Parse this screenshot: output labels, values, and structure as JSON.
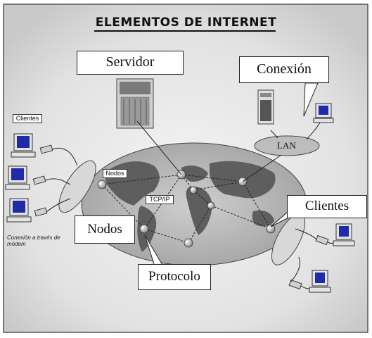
{
  "title": "ELEMENTOS DE INTERNET",
  "labels": {
    "servidor": "Servidor",
    "conexion": "Conexión",
    "lan": "LAN",
    "clientes_small": "Clientes",
    "nodos_small": "Nodos",
    "tcpip": "TCP/IP",
    "nodos": "Nodos",
    "protocolo": "Protocolo",
    "clientes": "Clientes",
    "modem_note": "Conexión a través de módem"
  },
  "colors": {
    "frame": "#555555",
    "globe": "#b9b9b9",
    "land": "#5e5e5e",
    "screen": "#1f2aa8"
  }
}
